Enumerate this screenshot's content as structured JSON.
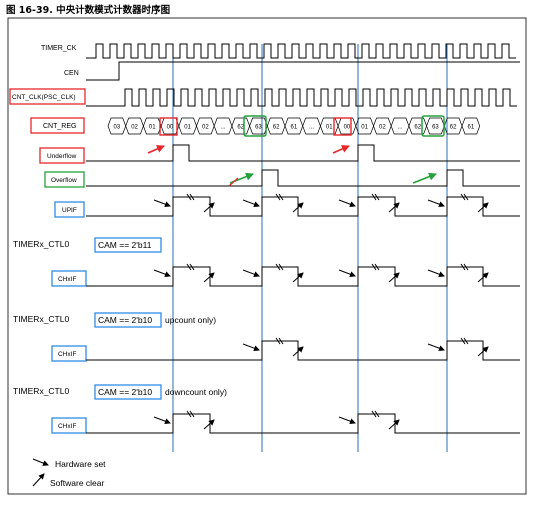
{
  "figure": {
    "title": "图 16-39. 中央计数模式计数器时序图"
  },
  "signals": {
    "timer_ck": "TIMER_CK",
    "cen": "CEN",
    "cnt_clk": "CNT_CLK(PSC_CLK)",
    "cnt_reg": "CNT_REG",
    "underflow": "Underflow",
    "overflow": "Overflow",
    "upif": "UPIF",
    "chxif": "CHxIF"
  },
  "counter_values": [
    "03",
    "02",
    "01",
    "00",
    "01",
    "02",
    "...",
    "62",
    "63",
    "62",
    "61",
    "...",
    "01",
    "00",
    "01",
    "02",
    "...",
    "62",
    "63",
    "62",
    "61"
  ],
  "sections": [
    {
      "reg": "TIMERx_CTL0",
      "cam": "CAM == 2'b11",
      "note": ""
    },
    {
      "reg": "TIMERx_CTL0",
      "cam": "CAM == 2'b10",
      "note": "upcount only)"
    },
    {
      "reg": "TIMERx_CTL0",
      "cam": "CAM == 2'b10",
      "note": "downcount only)"
    }
  ],
  "legend": {
    "hardware_set": "Hardware set",
    "software_clear": "Software clear"
  },
  "colors": {
    "red_box": "#e8262a",
    "green_box": "#22a33a",
    "blue_box": "#2f8de4",
    "gridline": "#2a6fbd"
  }
}
